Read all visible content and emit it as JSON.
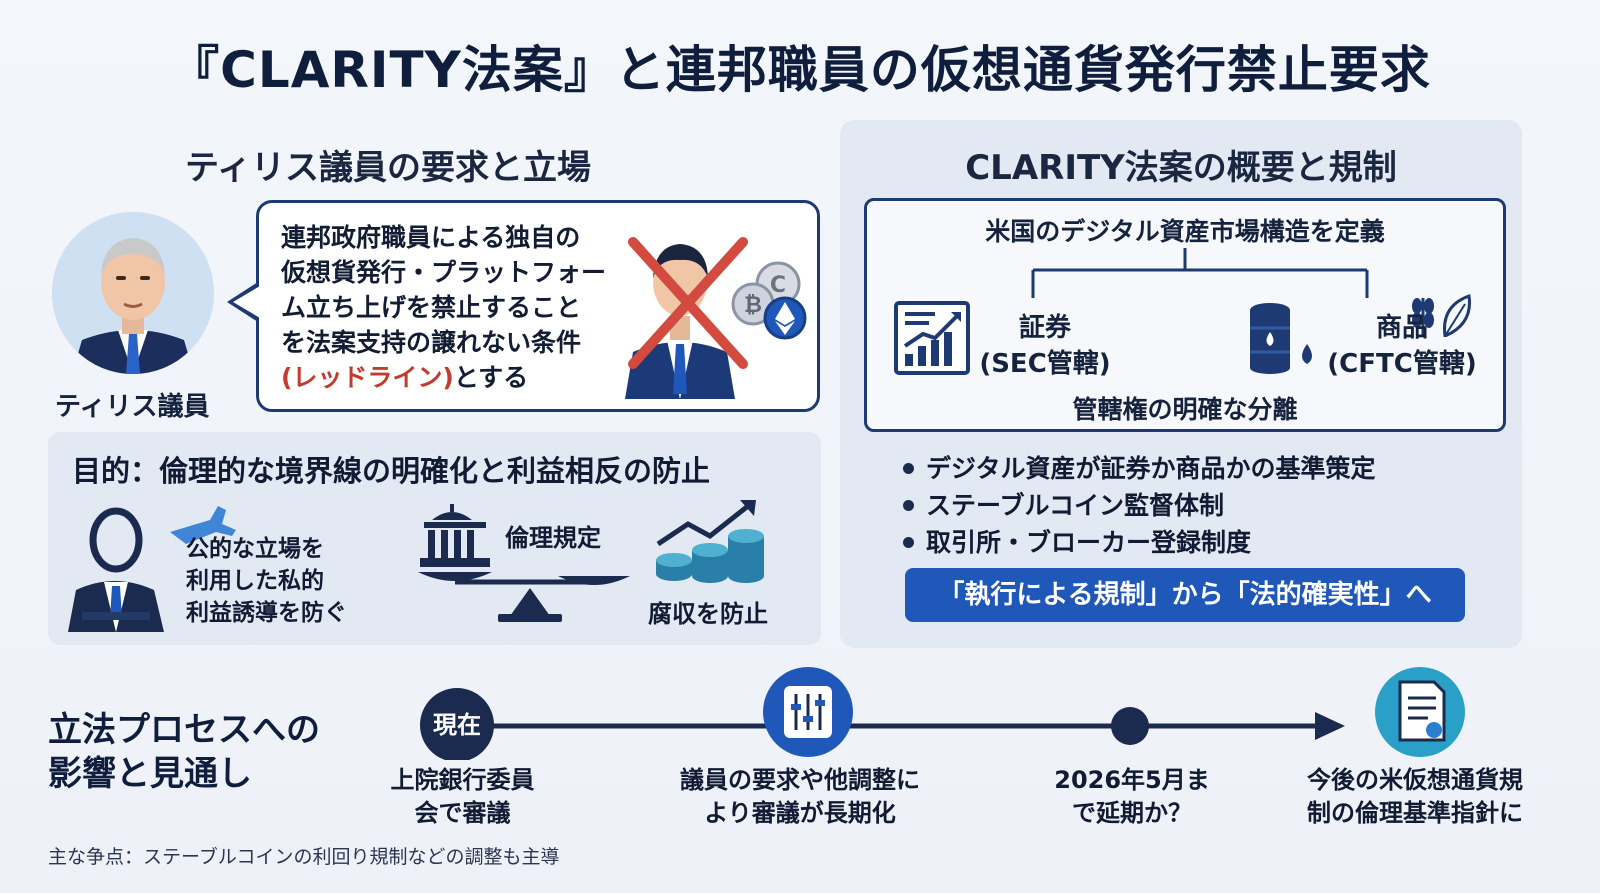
{
  "title": "『CLARITY法案』と連邦職員の仮想通貨発行禁止要求",
  "left": {
    "heading": "ティリス議員の要求と立場",
    "portrait_label": "ティリス議員",
    "bubble_lines": [
      "連邦政府職員による独自の",
      "仮想貨発行・プラットフォー",
      "ム立ち上げを禁止すること",
      "を法案支持の譲れない条件"
    ],
    "bubble_red": "(レッドライン)",
    "bubble_tail": "とする"
  },
  "purpose": {
    "heading": "目的：倫理的な境界線の明確化と利益相反の防止",
    "item1_lines": [
      "公的な立場を",
      "利用した私的",
      "利益誘導を防ぐ"
    ],
    "item2": "倫理規定",
    "item3": "腐収を防止"
  },
  "right": {
    "heading": "CLARITY法案の概要と規制",
    "def_title": "米国のデジタル資産市場構造を定義",
    "sec_lines": [
      "証券",
      "(SEC管轄)"
    ],
    "cftc_lines": [
      "商品",
      "(CFTC管轄)"
    ],
    "def_footer": "管轄権の明確な分離",
    "bullets": [
      "デジタル資産が証券か商品かの基準策定",
      "ステーブルコイン監督体制",
      "取引所・ブローカー登録制度"
    ],
    "banner": "「執行による規制」から「法的確実性」へ"
  },
  "timeline": {
    "heading_lines": [
      "立法プロセスへの",
      "影響と見通し"
    ],
    "now": "現在",
    "items": [
      [
        "上院銀行委員",
        "会で審議"
      ],
      [
        "議員の要求や他調整に",
        "より審議が長期化"
      ],
      [
        "2026年5月ま",
        "で延期か？"
      ],
      [
        "今後の米仮想通貨規",
        "制の倫理基準指針に"
      ]
    ]
  },
  "footnote": "主な争点：ステーブルコインの利回り規制などの調整も主導",
  "colors": {
    "navy": "#1e3a72",
    "accent_blue": "#1f58b8",
    "red": "#c53a2f",
    "panel": "#e3e9f2"
  }
}
